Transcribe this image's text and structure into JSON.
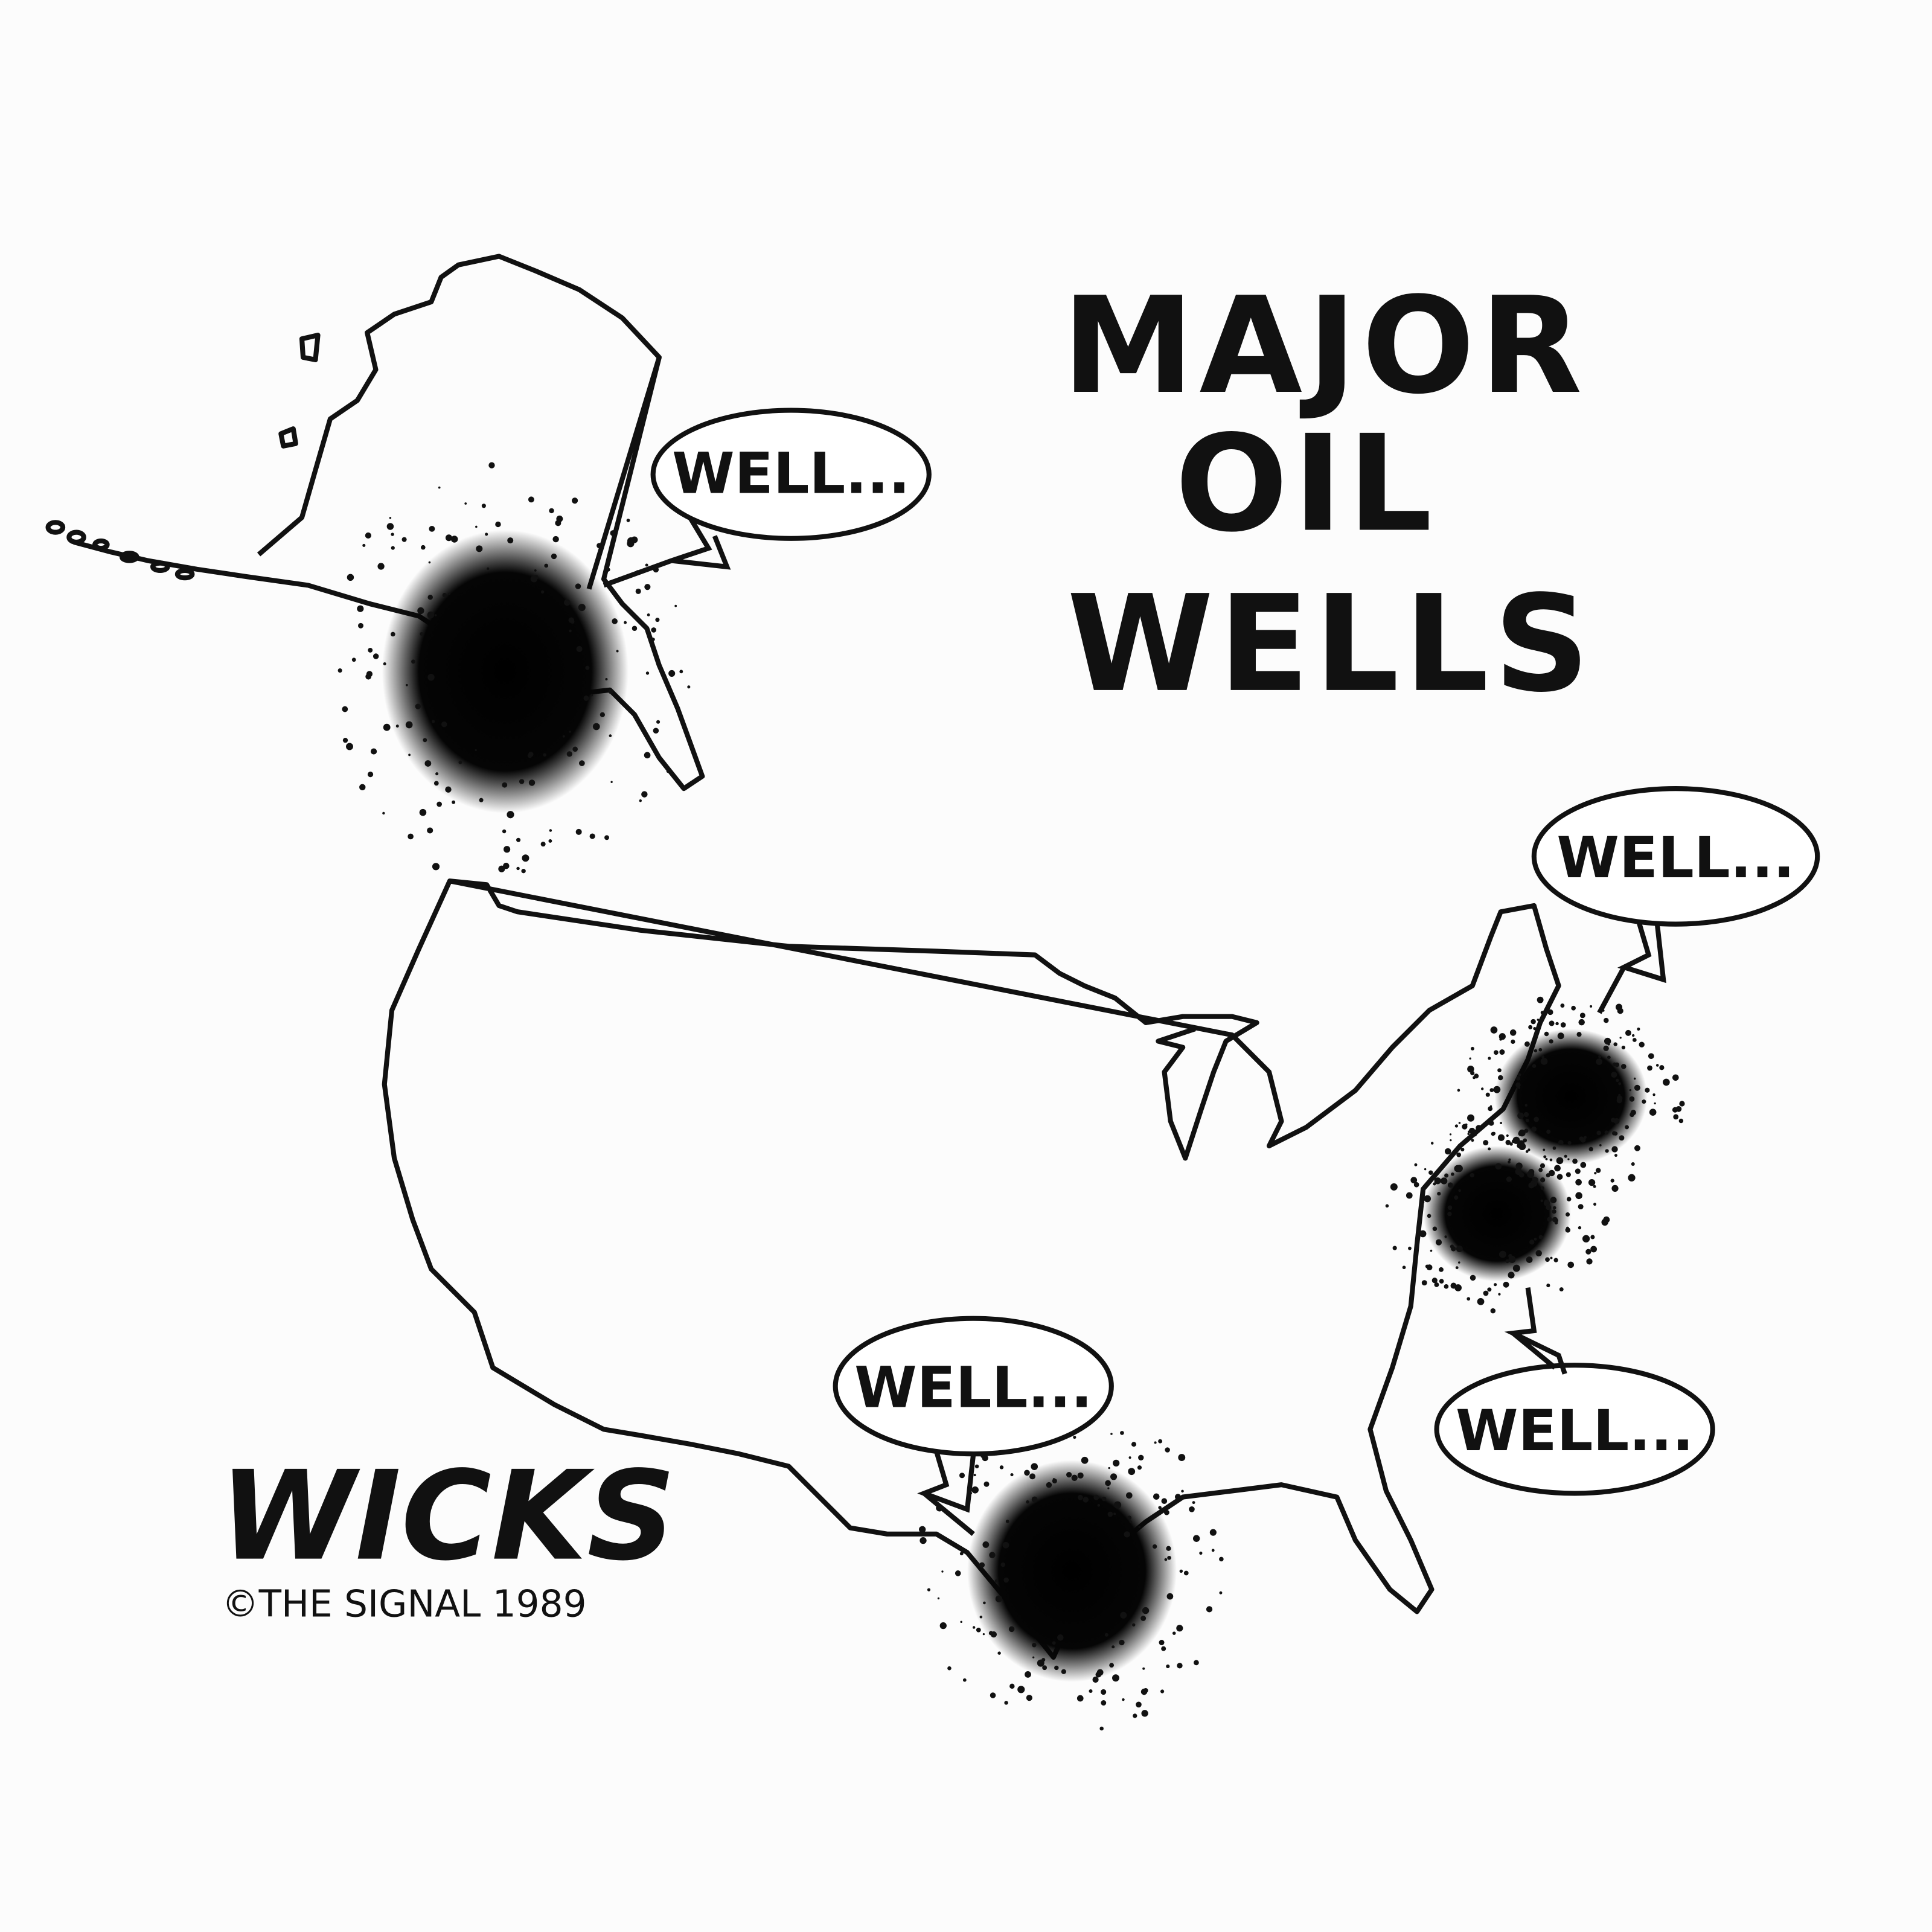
{
  "title": {
    "line1": "MAJOR",
    "line2": "OIL",
    "line3": "WELLS"
  },
  "bubbles": {
    "alaska": "WELL...",
    "northeast": "WELL...",
    "southeast": "WELL...",
    "texas": "WELL..."
  },
  "signature": {
    "artist": "WICKS",
    "copyright": "©THE SIGNAL 1989"
  },
  "colors": {
    "ink": "#111111",
    "paper": "#fcfcfc"
  }
}
